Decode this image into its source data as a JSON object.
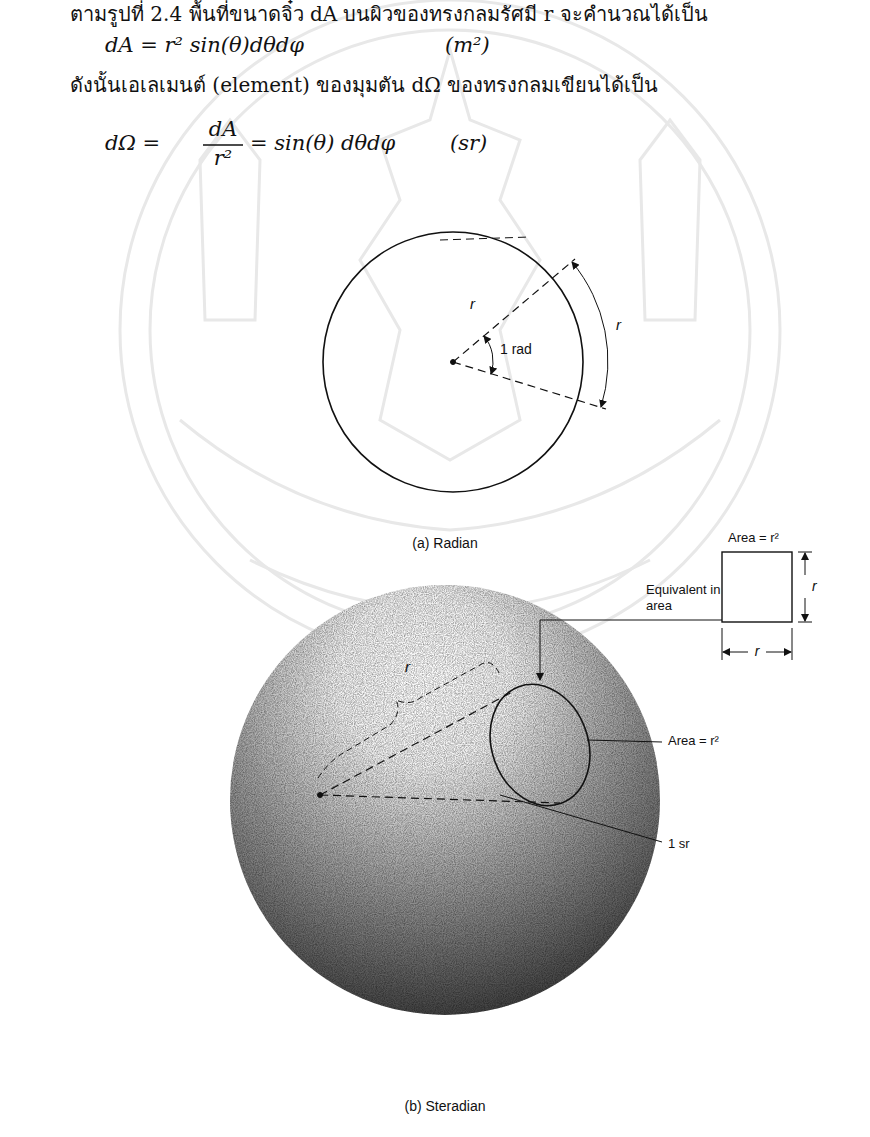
{
  "diagram": {
    "labels": [
      "ตามรูปที่ 2.4 พื้นที่ขนาดจิ๋ว dA บนผิวของทรงกลมรัศมี r จะคำนวณได้เป็น",
      "dA = r² sin(θ)dθdφ",
      "(m²)",
      "ดังนั้นเอเลเมนต์ (element) ของมุมตัน dΩ ของทรงกลมเขียนได้เป็น",
      "dΩ =",
      "dA",
      "r²",
      "= sin(θ) dθdφ",
      "(sr)",
      "r",
      "1 rad",
      "r",
      "(a) Radian",
      "Area = r²",
      "r",
      "r",
      "Equivalent in area",
      "r",
      "Area = r²",
      "1 sr",
      "(b) Steradian"
    ]
  }
}
